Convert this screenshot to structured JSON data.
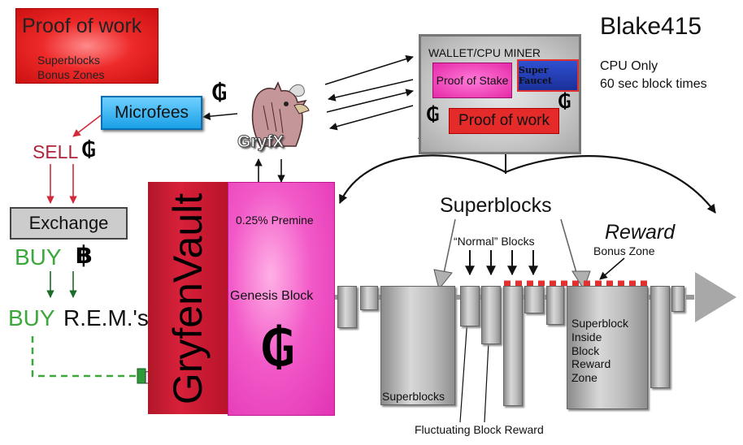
{
  "proof_of_work_box": {
    "title": "Proof of work",
    "line1": "Superblocks",
    "line2": "Bonus Zones"
  },
  "microfees": "Microfees",
  "gryfx": "GryfX",
  "sell": "SELL",
  "exchange": "Exchange",
  "buy1": "BUY",
  "buy2": "BUY",
  "rems": "R.E.M.'s",
  "coin_symbol": "₲",
  "baht_symbol": "฿",
  "vault": {
    "label": "GryfenVault",
    "premine": "0.25% Premine",
    "genesis": "Genesis Block"
  },
  "wallet": {
    "title": "WALLET/CPU MINER",
    "pos": "Proof of Stake",
    "faucet": "Super Faucet",
    "pow": "Proof of work"
  },
  "blake": {
    "title": "Blake415",
    "line1": "CPU Only",
    "line2": "60 sec block times"
  },
  "chain": {
    "superblocks_heading": "Superblocks",
    "normal_blocks": "“Normal” Blocks",
    "reward": "Reward",
    "bonus_zone": "Bonus Zone",
    "superblocks_label": "Superblocks",
    "superblock_inside": [
      "Superblock",
      "Inside",
      "Block",
      "Reward",
      "Zone"
    ],
    "fluctuating": "Fluctuating Block Reward"
  },
  "colors": {
    "red": "#e52a2a",
    "pink": "#f25ac8",
    "blue": "#1aa0e6",
    "green": "#3aa83a",
    "sell": "#b0243a"
  }
}
